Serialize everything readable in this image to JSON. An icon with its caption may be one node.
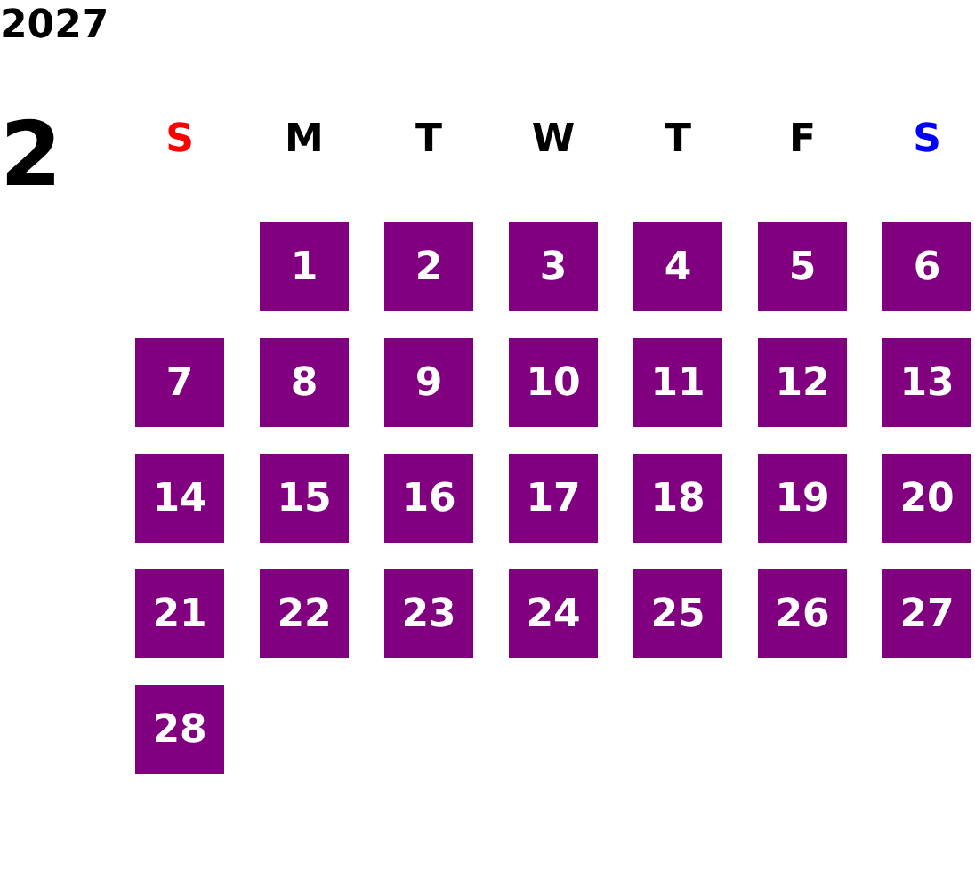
{
  "diagram": {
    "title": "2027",
    "nodes": [
      {
        "text": [
          "1"
        ]
      },
      {
        "text": [
          "2"
        ]
      },
      {
        "text": [
          "3"
        ]
      },
      {
        "text": [
          "4"
        ]
      },
      {
        "text": [
          "5"
        ]
      },
      {
        "text": [
          "6"
        ]
      },
      {
        "text": [
          "7"
        ]
      },
      {
        "text": [
          "8"
        ]
      },
      {
        "text": [
          "9"
        ]
      },
      {
        "text": [
          "10"
        ]
      },
      {
        "text": [
          "11"
        ]
      },
      {
        "text": [
          "12"
        ]
      },
      {
        "text": [
          "13"
        ]
      },
      {
        "text": [
          "14"
        ]
      },
      {
        "text": [
          "15"
        ]
      },
      {
        "text": [
          "16"
        ]
      },
      {
        "text": [
          "17"
        ]
      },
      {
        "text": [
          "18"
        ]
      },
      {
        "text": [
          "19"
        ]
      },
      {
        "text": [
          "20"
        ]
      },
      {
        "text": [
          "21"
        ]
      },
      {
        "text": [
          "22"
        ]
      },
      {
        "text": [
          "23"
        ]
      },
      {
        "text": [
          "24"
        ]
      },
      {
        "text": [
          "25"
        ]
      },
      {
        "text": [
          "26"
        ]
      },
      {
        "text": [
          "27"
        ]
      },
      {
        "text": [
          "28"
        ]
      }
    ],
    "labels": [
      "2",
      "S",
      "M",
      "T",
      "W",
      "T",
      "F",
      "S"
    ]
  }
}
